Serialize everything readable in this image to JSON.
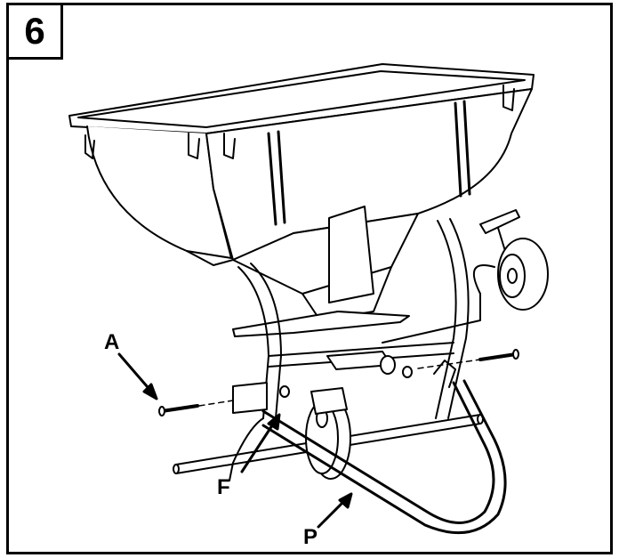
{
  "step": {
    "number": "6"
  },
  "callouts": {
    "a": "A",
    "f": "F",
    "p": "P"
  },
  "colors": {
    "line": "#000000",
    "background": "#ffffff"
  }
}
